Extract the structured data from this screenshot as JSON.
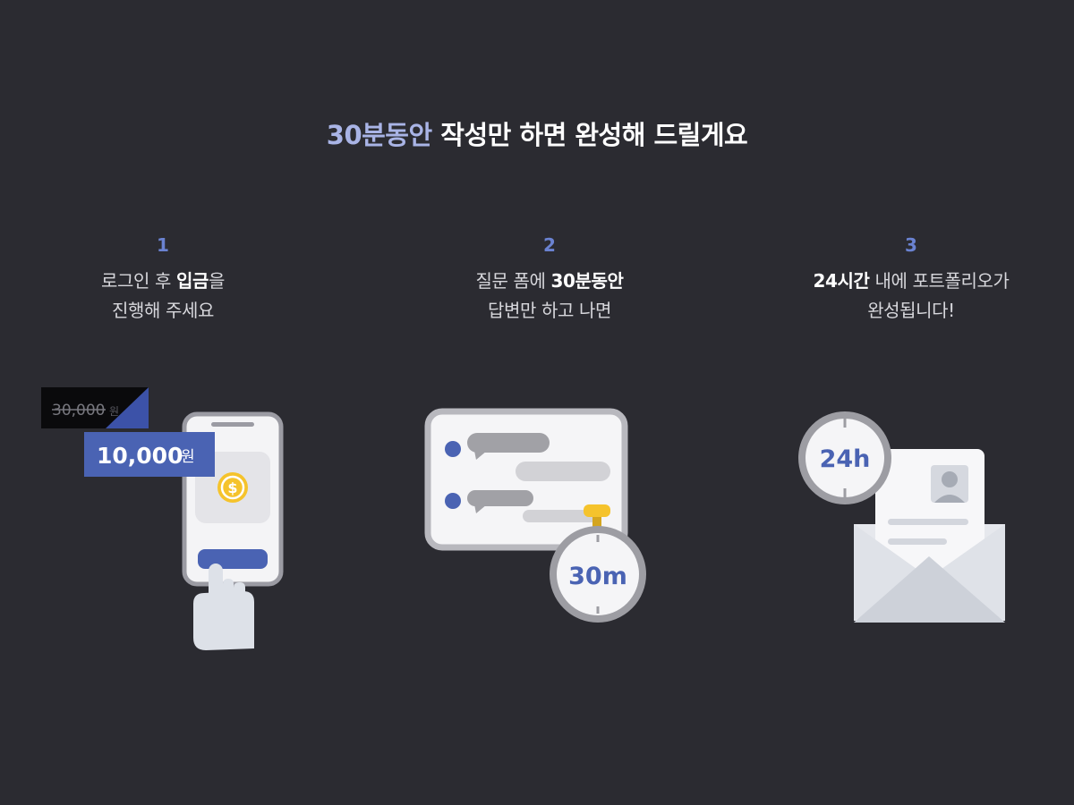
{
  "headline": {
    "highlight": "30분동안",
    "rest": " 작성만 하면 완성해 드릴게요"
  },
  "steps": [
    {
      "number": "1",
      "line1_pre": "로그인 후 ",
      "line1_bold": "입금",
      "line1_post": "을",
      "line2": "진행해 주세요"
    },
    {
      "number": "2",
      "line1_pre": "질문 폼에 ",
      "line1_bold": "30분동안",
      "line1_post": "",
      "line2": "답변만 하고 나면"
    },
    {
      "number": "3",
      "line1_pre": "",
      "line1_bold": "24시간",
      "line1_post": " 내에 포트폴리오가",
      "line2": "완성됩니다!"
    }
  ],
  "price": {
    "original_amount": "30,000",
    "original_unit": "원",
    "sale_amount": "10,000",
    "sale_unit": "원"
  },
  "timer_label": "30m",
  "clock_label": "24h",
  "colors": {
    "background": "#2b2b31",
    "accent_blue": "#4a63b3",
    "headline_highlight": "#a9b4e6",
    "coin_yellow": "#f5c32c"
  },
  "icons": [
    "dollar-coin-icon",
    "pointing-hand-icon",
    "chat-bubble-icon",
    "stopwatch-icon",
    "clock-icon",
    "envelope-icon",
    "profile-avatar-icon"
  ]
}
